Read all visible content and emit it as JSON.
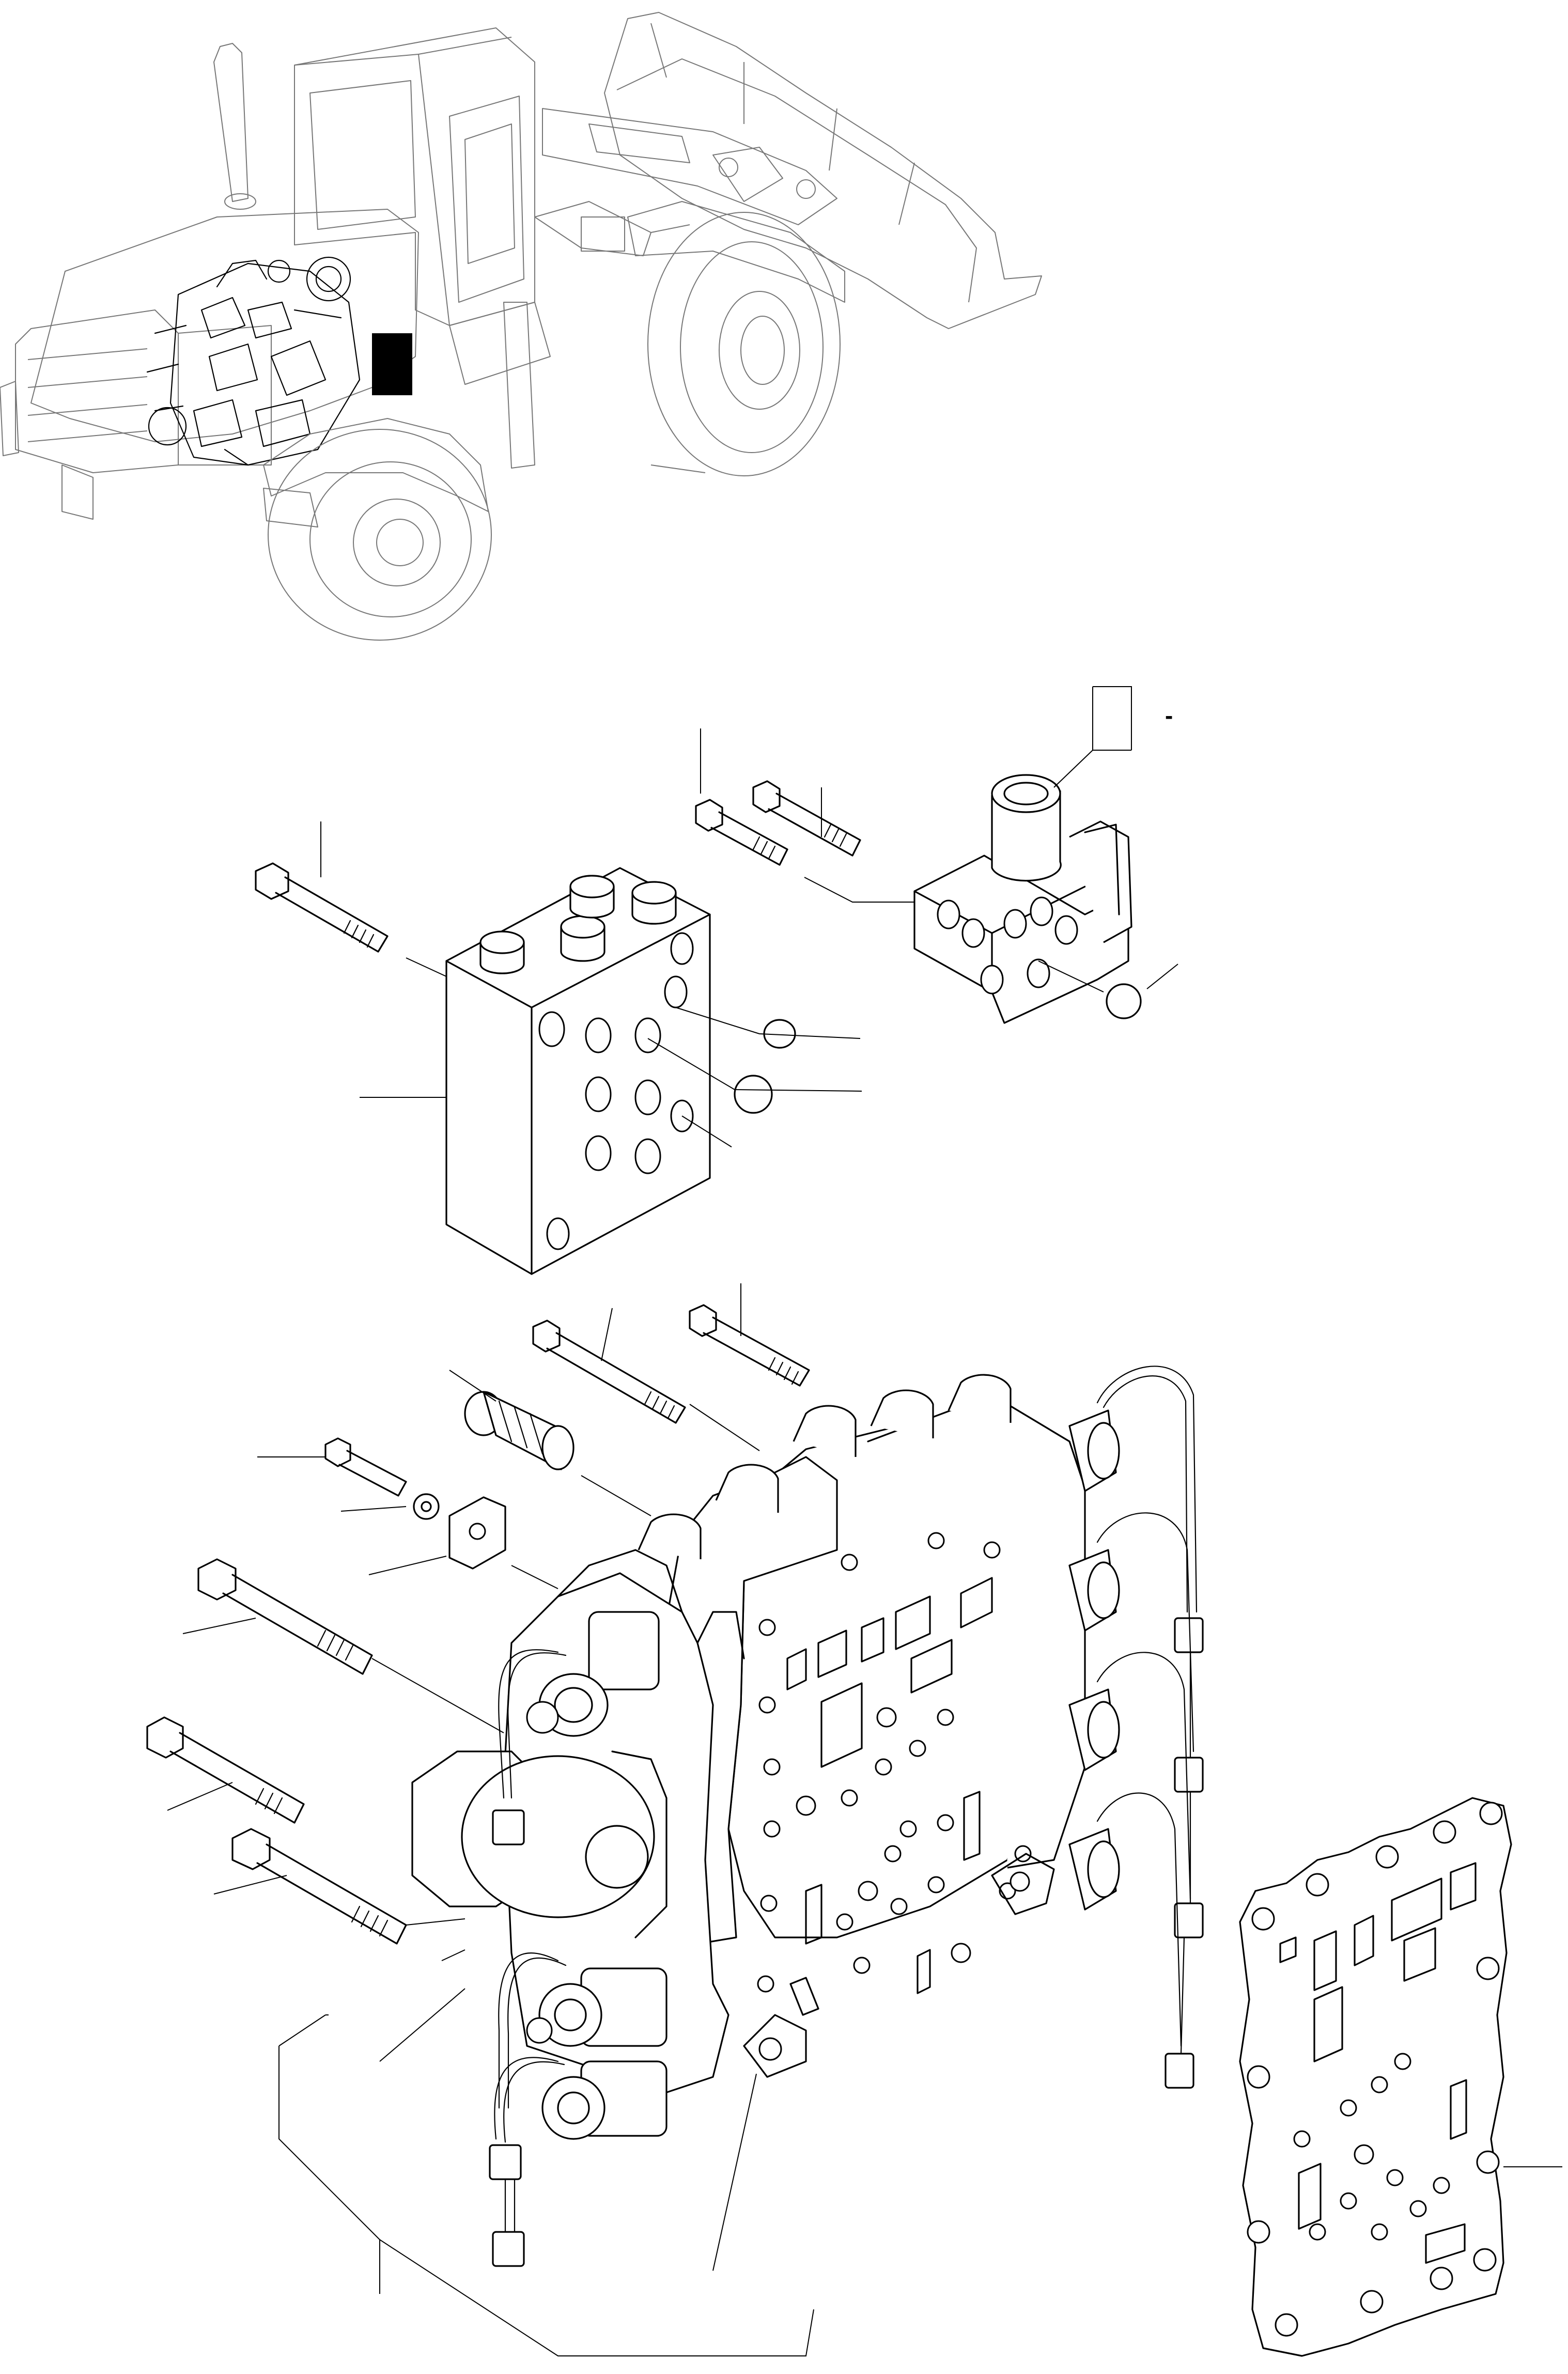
{
  "callouts": {
    "reference_dash": "-"
  },
  "parts": [
    {
      "name": "wheel-loader"
    },
    {
      "name": "valve-block"
    },
    {
      "name": "fitting-block"
    },
    {
      "name": "transmission-control-valve"
    },
    {
      "name": "separator-plate"
    },
    {
      "name": "bolts"
    },
    {
      "name": "o-rings"
    },
    {
      "name": "solenoid-valves"
    },
    {
      "name": "wiring-connectors"
    }
  ]
}
